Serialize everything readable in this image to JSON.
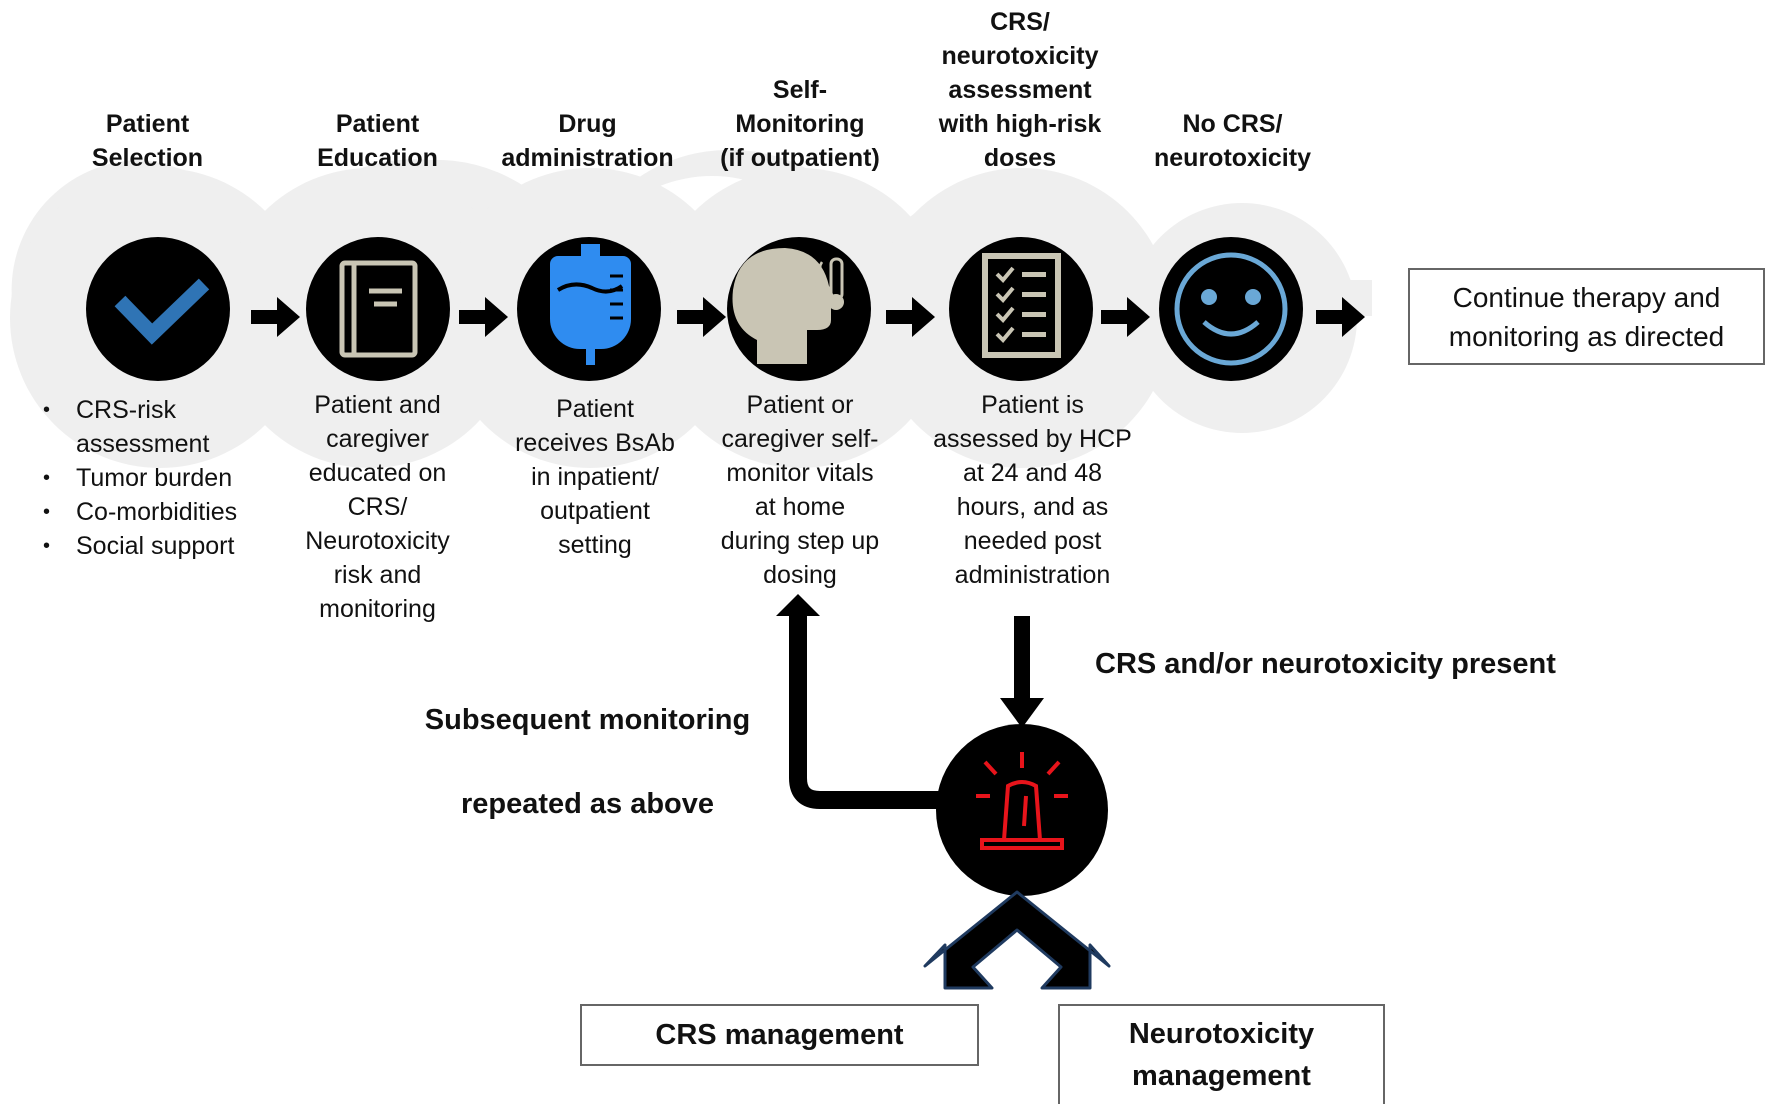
{
  "steps": [
    {
      "title": [
        "Patient",
        "Selection"
      ],
      "icon": "checkmark-icon",
      "bullets": [
        "CRS-risk assessment",
        "Tumor burden",
        "Co-morbidities",
        "Social support"
      ]
    },
    {
      "title": [
        "Patient",
        "Education"
      ],
      "icon": "book-icon",
      "description": [
        "Patient and",
        "caregiver",
        "educated on",
        "CRS/",
        "Neurotoxicity",
        "risk and",
        "monitoring"
      ]
    },
    {
      "title": [
        "Drug",
        "administration"
      ],
      "icon": "iv-bag-icon",
      "description": [
        "Patient",
        "receives BsAb",
        "in inpatient/",
        "outpatient",
        "setting"
      ]
    },
    {
      "title": [
        "Self-",
        "Monitoring",
        "(if outpatient)"
      ],
      "icon": "head-thermometer-icon",
      "description": [
        "Patient or",
        "caregiver self-",
        "monitor vitals",
        "at home",
        "during step up",
        "dosing"
      ]
    },
    {
      "title": [
        "CRS/",
        "neurotoxicity",
        "assessment",
        "with high-risk",
        "doses"
      ],
      "icon": "checklist-icon",
      "description": [
        "Patient is",
        "assessed by HCP",
        "at 24 and 48",
        "hours, and as",
        "needed post",
        "administration"
      ]
    },
    {
      "title": [
        "No CRS/",
        "neurotoxicity"
      ],
      "icon": "smiley-face-icon"
    }
  ],
  "continue_box": [
    "Continue therapy and",
    "monitoring as directed"
  ],
  "alert": {
    "icon": "alarm-siren-icon",
    "present_label": "CRS and/or neurotoxicity present",
    "repeat_label": [
      "Subsequent monitoring",
      "repeated as above"
    ]
  },
  "outcomes": {
    "crs": "CRS management",
    "neuro": [
      "Neurotoxicity",
      "management"
    ]
  },
  "colors": {
    "circle": "#000000",
    "accent_blue": "#2f74b5",
    "iv_blue": "#2f8cf0",
    "icon_beige": "#c9c5b4",
    "smiley_blue": "#6aa8d6",
    "alarm_red": "#e8141b",
    "band_gray": "#efefef",
    "box_border": "#666666"
  }
}
